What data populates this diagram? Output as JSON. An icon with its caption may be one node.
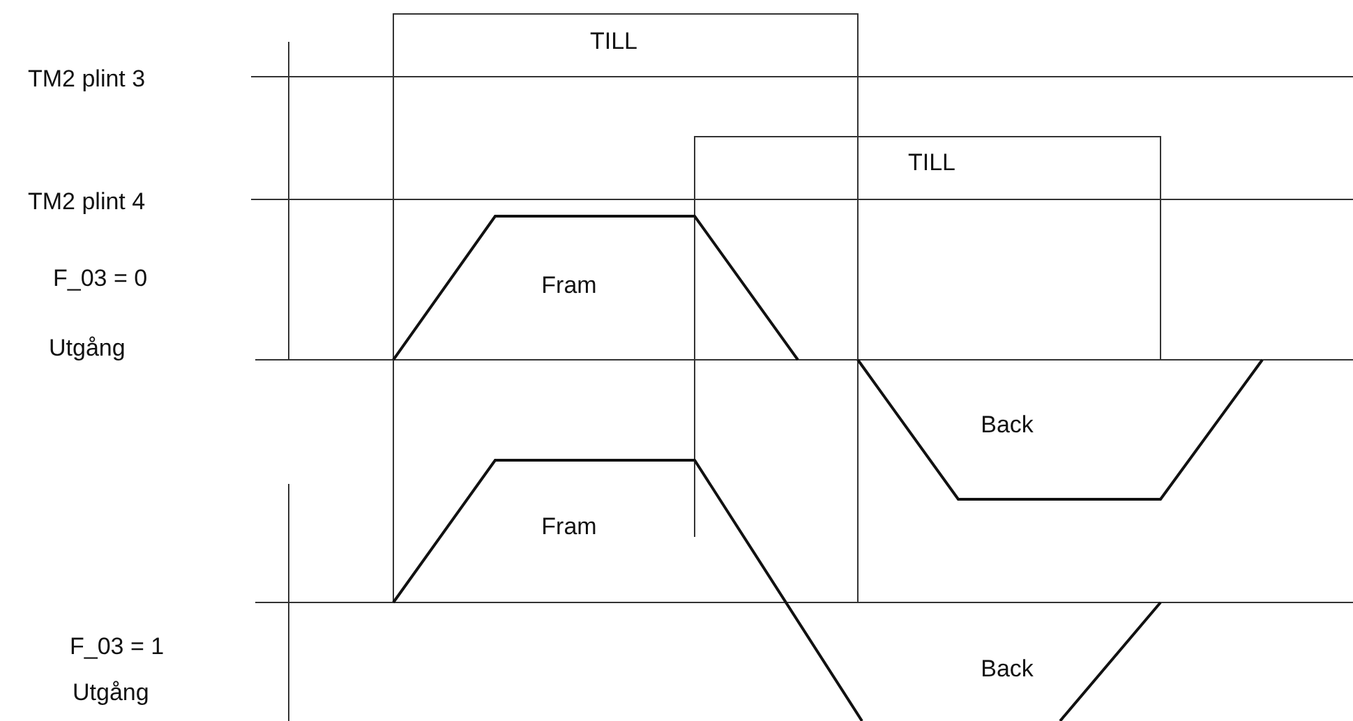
{
  "diagram": {
    "labels": [
      "TILL",
      "TM2 plint 3",
      "TILL",
      "TM2 plint 4",
      "F_03 = 0",
      "Fram",
      "Utgång",
      "Back",
      "Fram",
      "F_03 = 1",
      "Utgång",
      "Back"
    ]
  }
}
